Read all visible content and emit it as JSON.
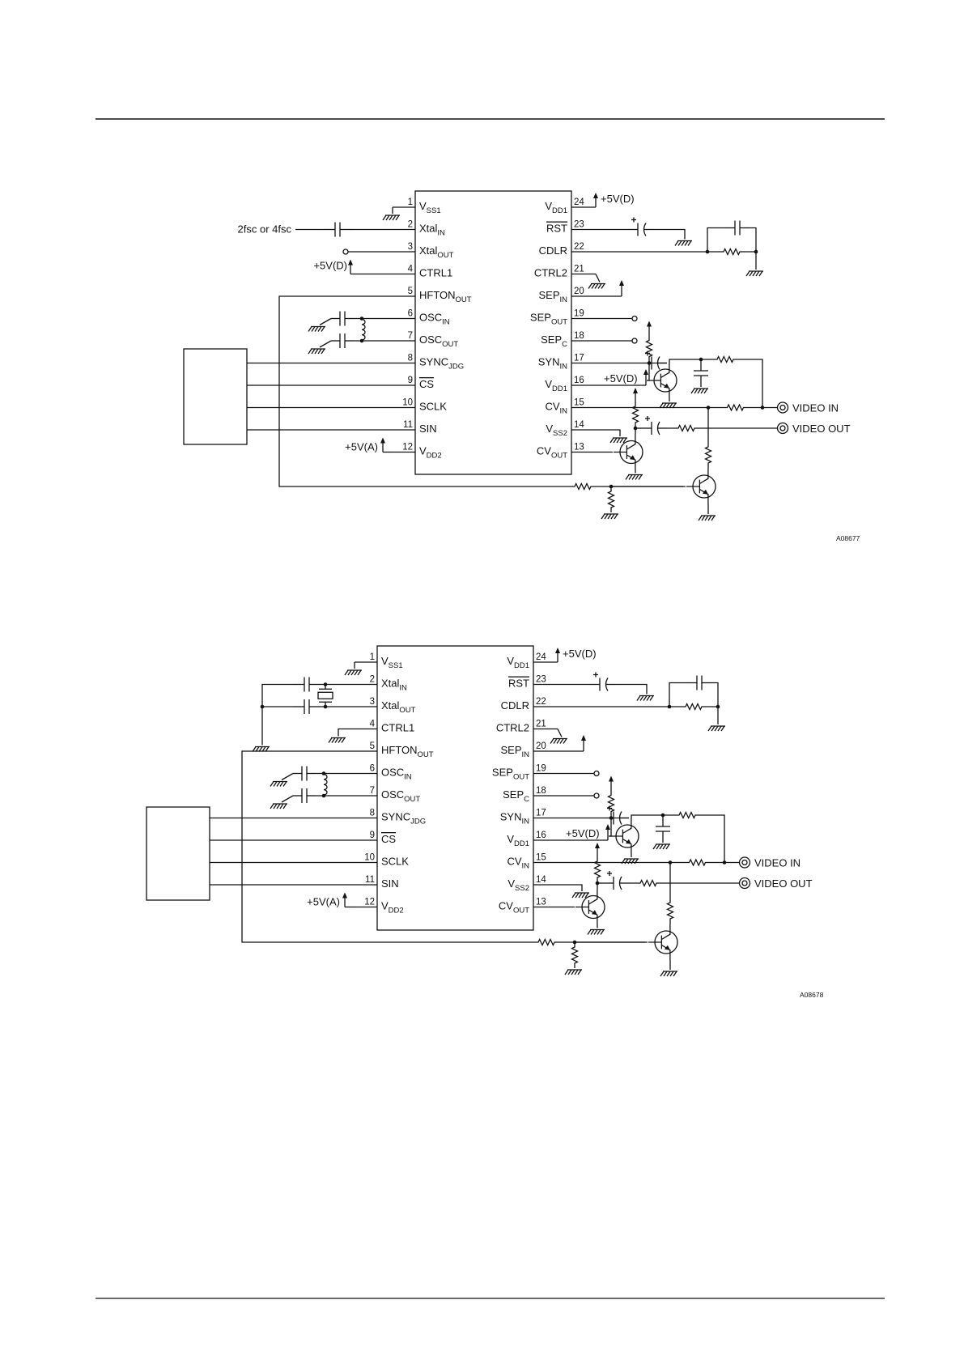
{
  "schematics": [
    {
      "code": "A08677",
      "oscillator_label": "2fsc or 4fsc",
      "video_in": "VIDEO IN",
      "video_out": "VIDEO OUT",
      "supplies": {
        "p24": "+5V(D)",
        "p4": "+5V(D)",
        "p16": "+5V(D)",
        "p12": "+5V(A)"
      }
    },
    {
      "code": "A08678",
      "video_in": "VIDEO IN",
      "video_out": "VIDEO OUT",
      "supplies": {
        "p24": "+5V(D)",
        "p16": "+5V(D)",
        "p12": "+5V(A)"
      }
    }
  ],
  "pins": {
    "left": [
      {
        "num": "1",
        "name": "V",
        "sub": "SS1",
        "over": false
      },
      {
        "num": "2",
        "name": "Xtal",
        "sub": "IN",
        "over": false
      },
      {
        "num": "3",
        "name": "Xtal",
        "sub": "OUT",
        "over": false
      },
      {
        "num": "4",
        "name": "CTRL1",
        "sub": "",
        "over": false
      },
      {
        "num": "5",
        "name": "HFTON",
        "sub": "OUT",
        "over": false
      },
      {
        "num": "6",
        "name": "OSC",
        "sub": "IN",
        "over": false
      },
      {
        "num": "7",
        "name": "OSC",
        "sub": "OUT",
        "over": false
      },
      {
        "num": "8",
        "name": "SYNC",
        "sub": "JDG",
        "over": false
      },
      {
        "num": "9",
        "name": "CS",
        "sub": "",
        "over": true
      },
      {
        "num": "10",
        "name": "SCLK",
        "sub": "",
        "over": false
      },
      {
        "num": "11",
        "name": "SIN",
        "sub": "",
        "over": false
      },
      {
        "num": "12",
        "name": "V",
        "sub": "DD2",
        "over": false
      }
    ],
    "right": [
      {
        "num": "24",
        "name": "V",
        "sub": "DD1",
        "over": false
      },
      {
        "num": "23",
        "name": "RST",
        "sub": "",
        "over": true
      },
      {
        "num": "22",
        "name": "CDLR",
        "sub": "",
        "over": false
      },
      {
        "num": "21",
        "name": "CTRL2",
        "sub": "",
        "over": false
      },
      {
        "num": "20",
        "name": "SEP",
        "sub": "IN",
        "over": false
      },
      {
        "num": "19",
        "name": "SEP",
        "sub": "OUT",
        "over": false
      },
      {
        "num": "18",
        "name": "SEP",
        "sub": "C",
        "over": false
      },
      {
        "num": "17",
        "name": "SYN",
        "sub": "IN",
        "over": false
      },
      {
        "num": "16",
        "name": "V",
        "sub": "DD1",
        "over": false
      },
      {
        "num": "15",
        "name": "CV",
        "sub": "IN",
        "over": false
      },
      {
        "num": "14",
        "name": "V",
        "sub": "SS2",
        "over": false
      },
      {
        "num": "13",
        "name": "CV",
        "sub": "OUT",
        "over": false
      }
    ]
  }
}
